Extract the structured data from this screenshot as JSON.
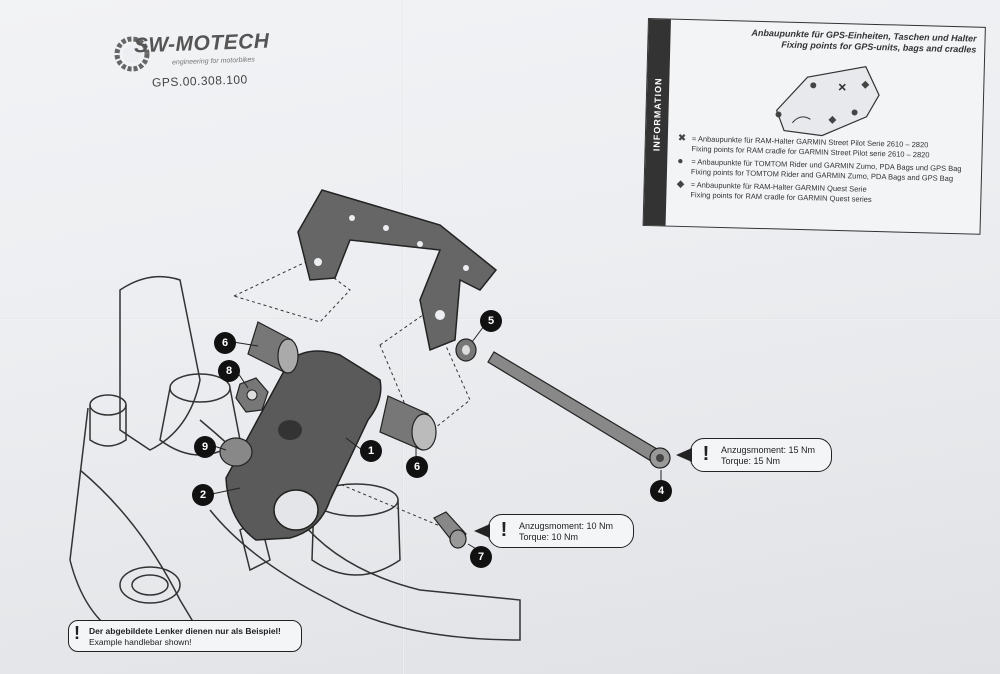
{
  "logo": {
    "brand": "SW-MOTECH",
    "tagline": "engineering for motorbikes",
    "part_number": "GPS.00.308.100"
  },
  "info": {
    "tab_label": "INFORMATION",
    "title_de": "Anbaupunkte für GPS-Einheiten, Taschen und Halter",
    "title_en": "Fixing points for GPS-units, bags and cradles",
    "legend": [
      {
        "symbol": "✖",
        "de": "= Anbaupunkte für RAM-Halter GARMIN Street Pilot Serie 2610 – 2820",
        "en": "Fixing points for RAM cradle for GARMIN Street Pilot serie 2610 – 2820"
      },
      {
        "symbol": "●",
        "de": "= Anbaupunkte für TOMTOM Rider und GARMIN Zumo, PDA Bags und GPS Bag",
        "en": "Fixing points for TOMTOM Rider and GARMIN Zumo, PDA Bags and GPS Bag"
      },
      {
        "symbol": "◆",
        "de": "= Anbaupunkte für RAM-Halter GARMIN Quest Serie",
        "en": "Fixing points for RAM cradle for GARMIN Quest series"
      }
    ]
  },
  "torque_callouts": [
    {
      "de": "Anzugsmoment: 15 Nm",
      "en": "Torque: 15 Nm"
    },
    {
      "de": "Anzugsmoment: 10 Nm",
      "en": "Torque: 10 Nm"
    }
  ],
  "notice": {
    "de": "Der abgebildete Lenker dienen nur als Beispiel!",
    "en": "Example handlebar shown!"
  },
  "part_labels": [
    "1",
    "2",
    "4",
    "5",
    "6",
    "6",
    "7",
    "8",
    "9"
  ],
  "colors": {
    "ink": "#222222",
    "part_fill": "#555555",
    "paper": "#eceef1"
  }
}
